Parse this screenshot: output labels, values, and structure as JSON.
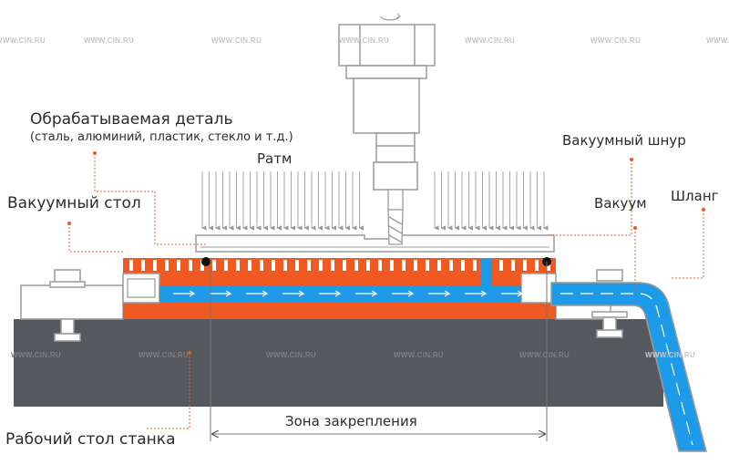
{
  "labels": {
    "workpiece": "Обрабатываемая деталь",
    "workpiece_materials": "(сталь, алюминий, пластик, стекло и т.д.)",
    "patm": "Ратм",
    "vacuum_cord": "Вакуумный шнур",
    "vacuum_table": "Вакуумный стол",
    "vacuum": "Вакуум",
    "hose": "Шланг",
    "clamping_zone": "Зона закрепления",
    "machine_table": "Рабочий стол станка"
  },
  "watermark": "WWW.CIN.RU",
  "colors": {
    "vacuum_table": "#f05a22",
    "vacuum_channel": "#1e9be8",
    "machine_table": "#55595e",
    "steel_outline": "#9a9a9a",
    "workpiece_fill": "#ffffff",
    "callout_dots": "#f05a22",
    "seal_cord": "#111111"
  },
  "icons": {
    "spindle": "spindle-icon",
    "end_mill": "end-mill-icon",
    "rotation": "rotation-arrow-icon",
    "clamp": "clamp-bolt-icon"
  }
}
